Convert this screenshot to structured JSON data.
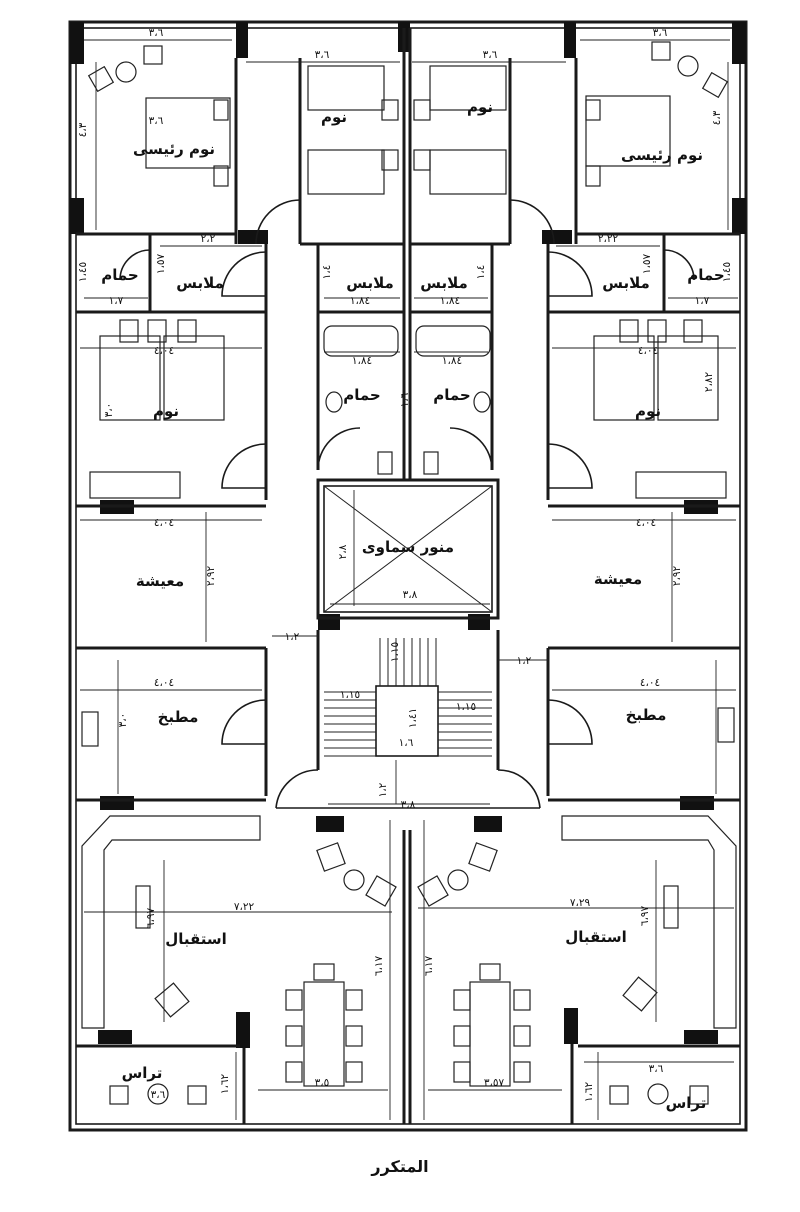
{
  "rooms": {
    "master_bedroom": "نوم رئيسى",
    "bedroom": "نوم",
    "bathroom": "حمام",
    "closet": "ملابس",
    "living": "معيشة",
    "kitchen": "مطبخ",
    "skylight": "منور سماوى",
    "reception": "استقبال",
    "terrace": "تراس"
  },
  "dimensions": {
    "d36": "٣،٦",
    "d43": "٤،٣",
    "d22": "٢،٢",
    "d222": "٢،٢٢",
    "d157": "١،٥٧",
    "d145": "١،٤٥",
    "d17": "١،٧",
    "d184": "١،٨٤",
    "d4_04": "٤،٠٤",
    "d3": "٣،٠",
    "d292": "٢،٩٢",
    "d28": "٢،٨",
    "d38": "٣،٨",
    "d12": "١،٢",
    "d115": "١،١٥",
    "d141": "١،٤١",
    "d16": "١،٦",
    "d722": "٧،٢٢",
    "d729": "٧،٢٩",
    "d697": "٦،٩٧",
    "d617": "٦،١٧",
    "d35": "٣،٥",
    "d357": "٣،٥٧",
    "d162": "١،٦٢",
    "d282": "٢،٨٢",
    "d14": "١،٤"
  },
  "caption": "المتكرر"
}
